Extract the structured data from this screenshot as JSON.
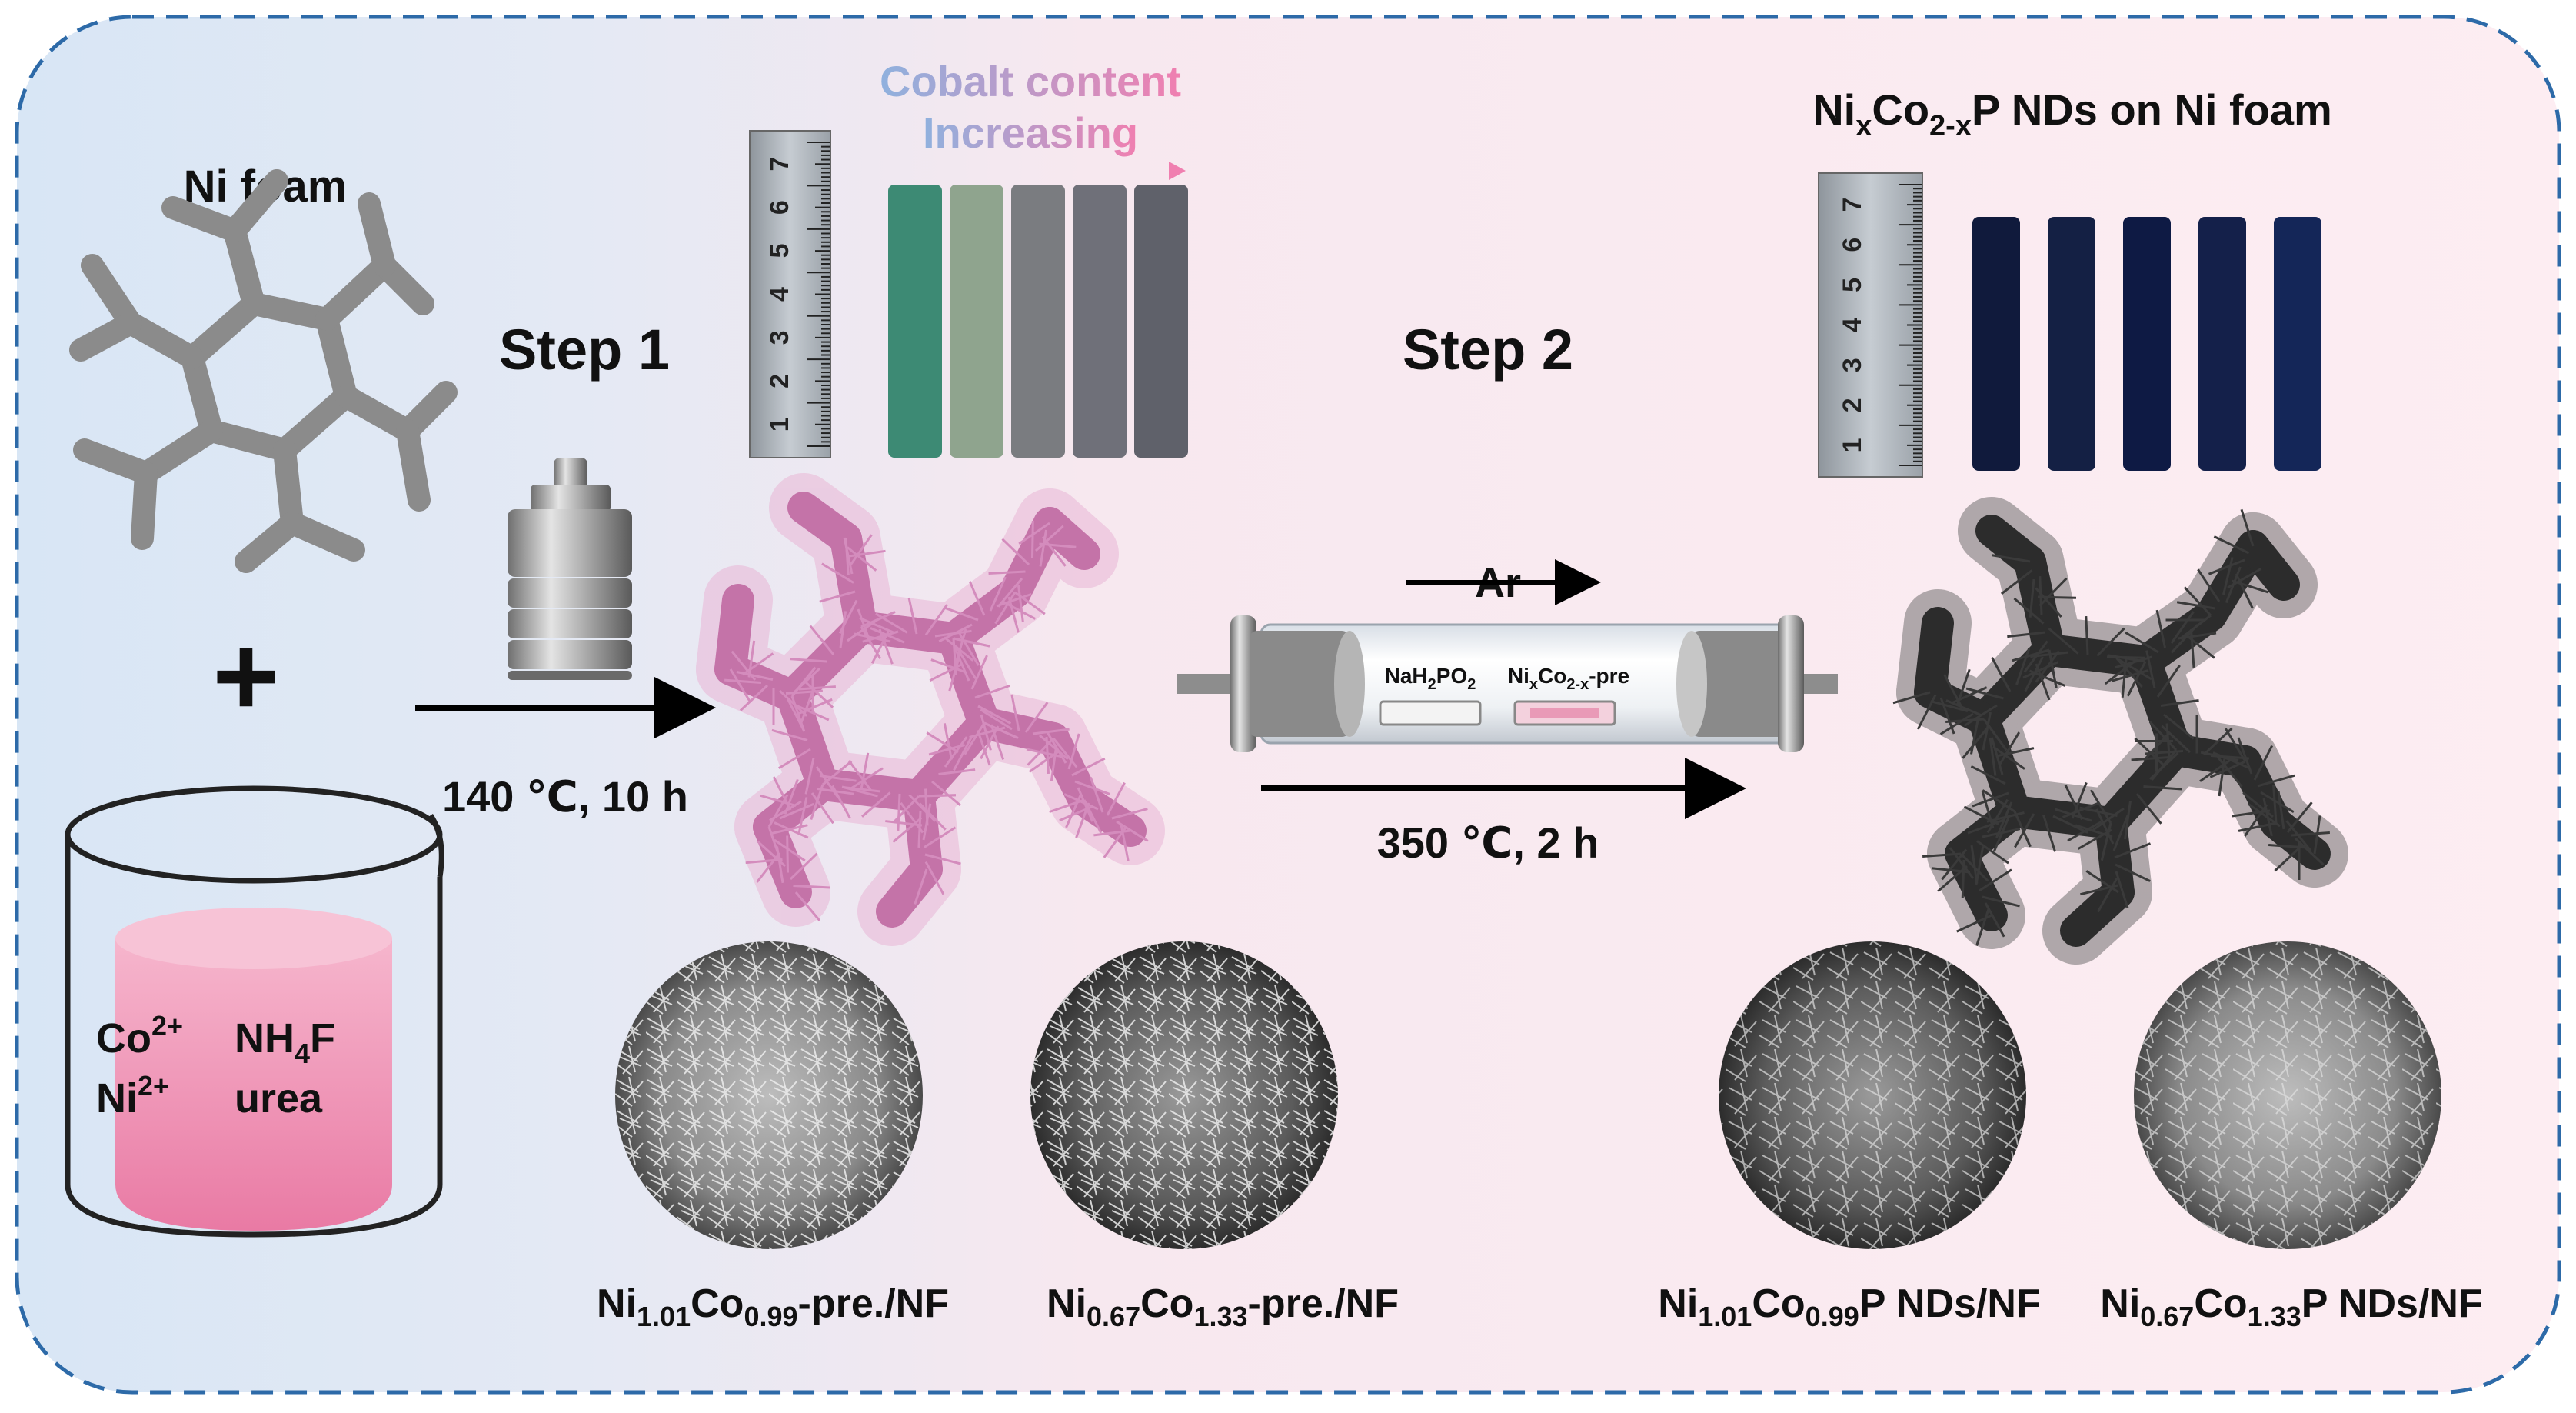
{
  "labels": {
    "ni_foam": "Ni foam",
    "plus": "+",
    "co": "Co",
    "co_sup": "2+",
    "ni": "Ni",
    "ni_sup": "2+",
    "nh4f_pre": "NH",
    "nh4f_sub": "4",
    "nh4f_post": "F",
    "urea": "urea",
    "step1": "Step 1",
    "step1_cond": "140 ℃, 10 h",
    "cobalt_line1": "Cobalt content",
    "cobalt_line2": "Increasing",
    "step2": "Step 2",
    "ar": "Ar",
    "step2_cond": "350 ℃, 2 h",
    "boat1_a": "NaH",
    "boat1_b": "2",
    "boat1_c": "PO",
    "boat1_d": "2",
    "boat2_a": "Ni",
    "boat2_b": "x",
    "boat2_c": "Co",
    "boat2_d": "2-x",
    "boat2_e": "-pre",
    "product_a": "Ni",
    "product_b": "x",
    "product_c": "Co",
    "product_d": "2-x",
    "product_e": "P NDs on Ni foam",
    "sem1_a": "Ni",
    "sem1_b": "1.01",
    "sem1_c": "Co",
    "sem1_d": "0.99",
    "sem1_e": "-pre./NF",
    "sem2_a": "Ni",
    "sem2_b": "0.67",
    "sem2_c": "Co",
    "sem2_d": "1.33",
    "sem2_e": "-pre./NF",
    "sem3_a": "Ni",
    "sem3_b": "1.01",
    "sem3_c": "Co",
    "sem3_d": "0.99",
    "sem3_e": "P NDs/NF",
    "sem4_a": "Ni",
    "sem4_b": "0.67",
    "sem4_c": "Co",
    "sem4_d": "1.33",
    "sem4_e": "P NDs/NF"
  },
  "ruler_ticks": [
    "1",
    "2",
    "3",
    "4",
    "5",
    "6",
    "7"
  ],
  "colors": {
    "border_dash": "#2d6aa8",
    "bg_left": "#dce8f5",
    "bg_right": "#fde9ef",
    "pink_foam": "#d98bbf",
    "dark_foam": "#333333",
    "solution": "#ef8fb3",
    "arrow": "#000000"
  },
  "strips_pre": [
    "#3d8a74",
    "#8fa48e",
    "#7a7c80",
    "#6f7079",
    "#5f616a"
  ],
  "strips_post": [
    "#101a3c",
    "#142044",
    "#0e1a44",
    "#14204a",
    "#142658"
  ]
}
